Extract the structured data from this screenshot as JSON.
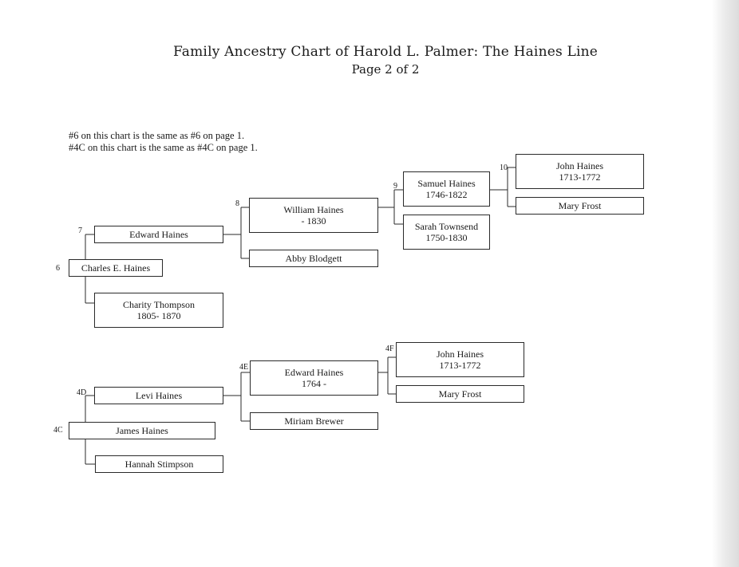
{
  "title": "Family Ancestry Chart of Harold L. Palmer: The Haines Line",
  "subtitle": "Page 2 of 2",
  "notes": [
    "#6 on this chart is the same as #6 on page 1.",
    "#4C on this chart is the same as #4C on page 1."
  ],
  "people": {
    "p6": {
      "num": "6",
      "name": "Charles E. Haines",
      "dates": ""
    },
    "p7": {
      "num": "7",
      "name": "Edward Haines",
      "dates": ""
    },
    "p6m": {
      "num": "",
      "name": "Charity Thompson",
      "dates": "1805- 1870"
    },
    "p8": {
      "num": "8",
      "name": "William Haines",
      "dates": "- 1830"
    },
    "p8m": {
      "num": "",
      "name": "Abby Blodgett",
      "dates": ""
    },
    "p9": {
      "num": "9",
      "name": "Samuel Haines",
      "dates": "1746-1822"
    },
    "p9m": {
      "num": "",
      "name": "Sarah Townsend",
      "dates": "1750-1830"
    },
    "p10": {
      "num": "10",
      "name": "John Haines",
      "dates": "1713-1772"
    },
    "p10m": {
      "num": "",
      "name": "Mary Frost",
      "dates": ""
    },
    "p4C": {
      "num": "4C",
      "name": "James Haines",
      "dates": ""
    },
    "p4D": {
      "num": "4D",
      "name": "Levi Haines",
      "dates": ""
    },
    "p4Cm": {
      "num": "",
      "name": "Hannah Stimpson",
      "dates": ""
    },
    "p4E": {
      "num": "4E",
      "name": "Edward Haines",
      "dates": "1764 -"
    },
    "p4Em": {
      "num": "",
      "name": "Miriam Brewer",
      "dates": ""
    },
    "p4F": {
      "num": "4F",
      "name": "John Haines",
      "dates": "1713-1772"
    },
    "p4Fm": {
      "num": "",
      "name": "Mary Frost",
      "dates": ""
    }
  }
}
